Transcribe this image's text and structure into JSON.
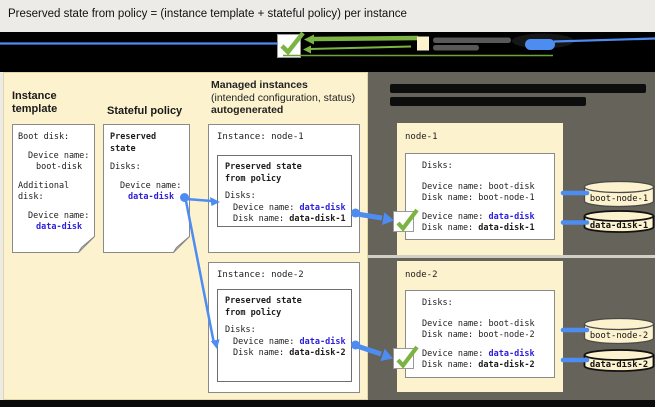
{
  "title": "Preserved state from policy = (instance template + stateful policy) per instance",
  "colors": {
    "accent_blue": "#4D8DF2",
    "text_blue": "#2C1EDC",
    "check_green": "#7CB342",
    "panel_cream": "#FCF2CE",
    "panel_dark": "#66635B"
  },
  "left_panel": {
    "instance_template": {
      "heading": [
        "Instance",
        "template"
      ],
      "doc": {
        "boot_disk_label": "Boot disk:",
        "device_label": "Device name:",
        "boot_device_value": "boot-disk",
        "additional_label": [
          "Additional",
          "disk:"
        ],
        "additional_device_label": "Device name:",
        "additional_device_value": "data-disk"
      }
    },
    "stateful_policy": {
      "heading": "Stateful policy",
      "doc": {
        "title": [
          "Preserved",
          "state"
        ],
        "disks_label": "Disks:",
        "device_label": "Device name:",
        "device_value": "data-disk"
      }
    },
    "managed_instances": {
      "heading": "Managed instances",
      "subheading": "(intended configuration, status)",
      "subheading2": "autogenerated",
      "instances": [
        {
          "title": "Instance: node-1",
          "preserved_title": [
            "Preserved state",
            "from policy"
          ],
          "disks_label": "Disks:",
          "device_label": "Device name: ",
          "device_value": "data-disk",
          "disk_label": "Disk name: ",
          "disk_value": "data-disk-1"
        },
        {
          "title": "Instance: node-2",
          "preserved_title": [
            "Preserved state",
            "from policy"
          ],
          "disks_label": "Disks:",
          "device_label": "Device name: ",
          "device_value": "data-disk",
          "disk_label": "Disk name: ",
          "disk_value": "data-disk-2"
        }
      ]
    }
  },
  "right_panel": {
    "nodes": [
      {
        "name": "node-1",
        "disks_label": "Disks:",
        "boot_device_label": "Device name: ",
        "boot_device_value": "boot-disk",
        "boot_disk_label": "Disk name: ",
        "boot_disk_value": "boot-node-1",
        "data_device_label": "Device name: ",
        "data_device_value": "data-disk",
        "data_disk_label": "Disk name: ",
        "data_disk_value": "data-disk-1",
        "boot_cylinder": "boot-node-1",
        "data_cylinder": "data-disk-1"
      },
      {
        "name": "node-2",
        "disks_label": "Disks:",
        "boot_device_label": "Device name: ",
        "boot_device_value": "boot-disk",
        "boot_disk_label": "Disk name: ",
        "boot_disk_value": "boot-node-2",
        "data_device_label": "Device name: ",
        "data_device_value": "data-disk",
        "data_disk_label": "Disk name: ",
        "data_disk_value": "data-disk-2",
        "boot_cylinder": "boot-node-2",
        "data_cylinder": "data-disk-2"
      }
    ]
  }
}
